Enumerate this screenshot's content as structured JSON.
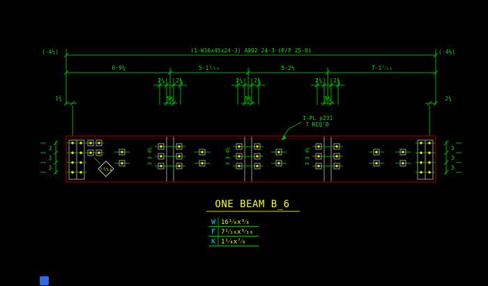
{
  "drawing": {
    "top_note": "(1-W16x45x24-3) A992 24-3 (P/P 25-0)",
    "left_end_offset": "(-4½)",
    "right_end_offset": "(-4½)",
    "span_dims": [
      "6-9¾",
      "5-1⁵⁄₁₆",
      "5-2½",
      "7-1⁷⁄₁₆"
    ],
    "stiffener_offset_dim": "2¾",
    "stiffener_spacing_dim": "5½",
    "left_edge_dim": "1¾",
    "right_edge_dim": "2¾",
    "end_bolt_dims": [
      "3",
      "3",
      "3"
    ],
    "interior_bolt_dims": "3 3 4½",
    "hole_dia_note": "¹¹⁄₁₆",
    "plate_note": {
      "line1": "1-PL p231",
      "line2": "7 REQ'D"
    }
  },
  "title": {
    "text": "ONE BEAM B_6"
  },
  "size_table": {
    "rows": [
      {
        "key": "W",
        "value": "16¹⁄₈x³⁄₈"
      },
      {
        "key": "F",
        "value": "7¹⁄₁₆x⁹⁄₁₆"
      },
      {
        "key": "K",
        "value": "1¹⁄₄x⁷⁄₈"
      }
    ]
  }
}
